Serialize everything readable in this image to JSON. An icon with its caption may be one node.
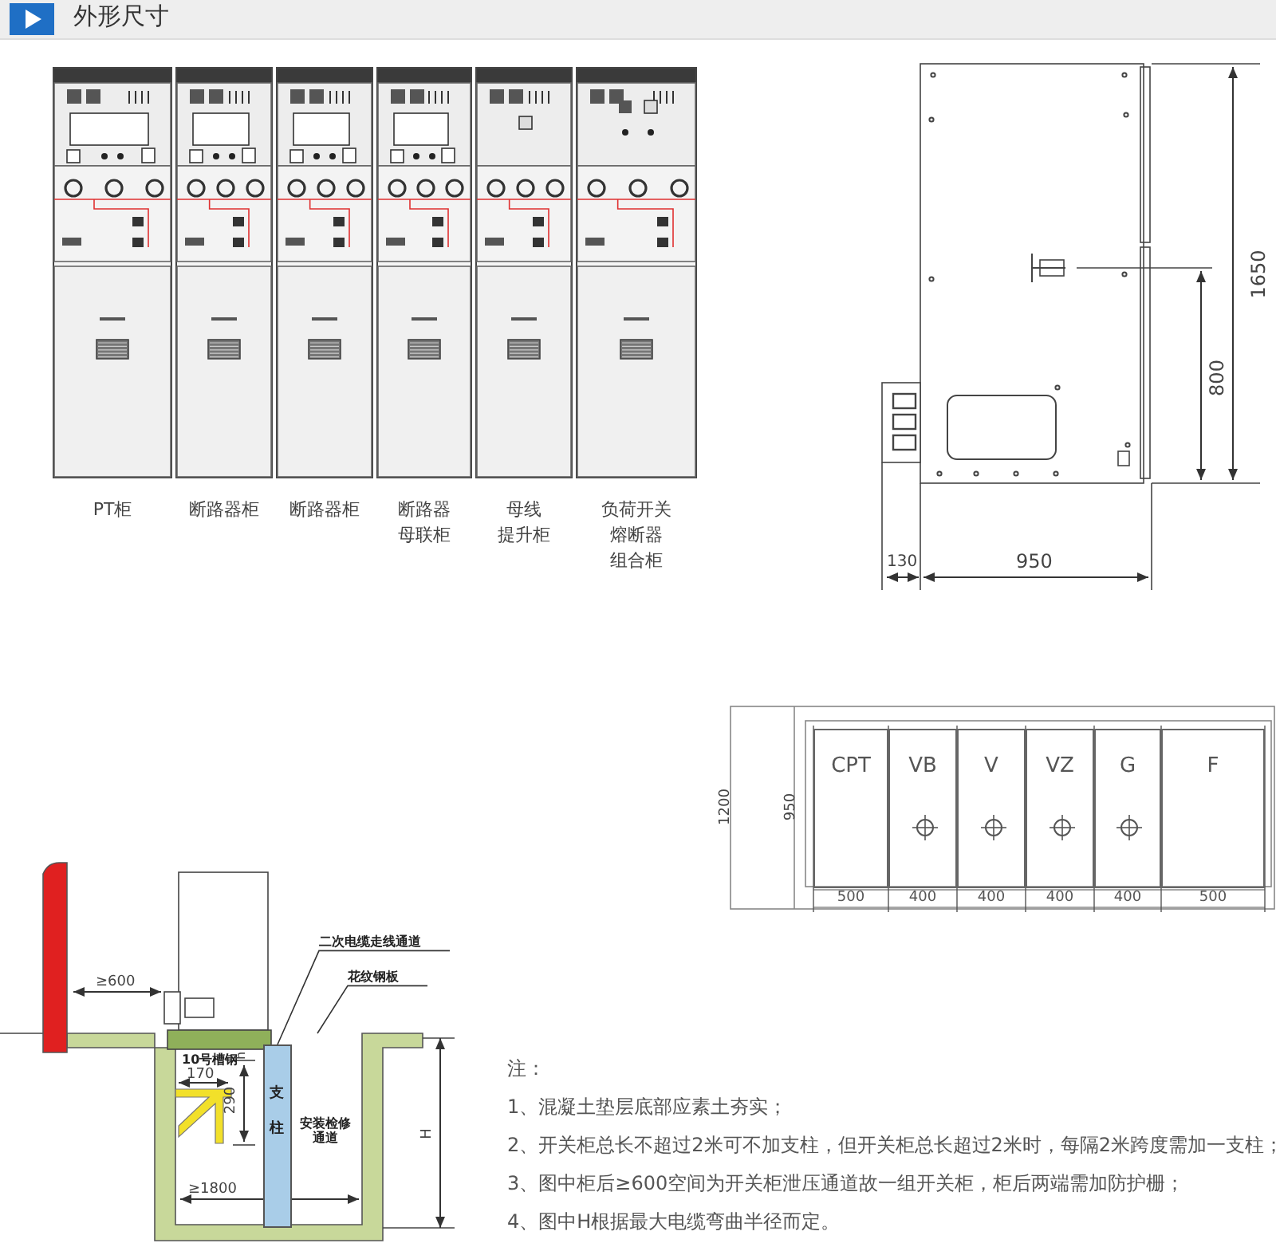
{
  "diagram": {
    "title": "外形尺寸",
    "nodes": [
      {
        "text": [],
        "shape": "box",
        "beside": [
          "PT柜"
        ]
      },
      {
        "text": [],
        "shape": "box",
        "beside": [
          "断路器柜"
        ]
      },
      {
        "text": [],
        "shape": "box",
        "beside": [
          "断路器柜"
        ]
      },
      {
        "text": [],
        "shape": "box",
        "beside": [
          "断路器母联柜"
        ]
      },
      {
        "text": [],
        "shape": "box",
        "beside": [
          "母线提升柜"
        ]
      },
      {
        "text": [],
        "shape": "box",
        "beside": [
          "负荷开关熔断器组合柜"
        ]
      },
      {
        "text": [
          "CPT"
        ]
      },
      {
        "text": [
          "VB"
        ]
      },
      {
        "text": [
          "V"
        ]
      },
      {
        "text": [
          "VZ"
        ]
      },
      {
        "text": [
          "G"
        ]
      },
      {
        "text": [
          "F"
        ]
      },
      {
        "text": [
          "二次电缆走线通道"
        ]
      },
      {
        "text": [
          "花纹钢板"
        ]
      },
      {
        "text": [
          "支柱"
        ]
      }
    ],
    "edges": [
      {
        "from": 12,
        "to": 14,
        "arrow": "none"
      },
      {
        "from": 13,
        "to": null,
        "arrow": "none"
      }
    ],
    "labels": [
      "1650",
      "800",
      "130",
      "950",
      "1200",
      "950",
      "500",
      "400",
      "400",
      "400",
      "400",
      "500",
      "≥600",
      "10号槽钢",
      "170",
      "h",
      "290",
      "安装检修通道",
      "≥1800",
      "H",
      "注：",
      "1、混凝土垫层底部应素土夯实；",
      "2、开关柜总长不超过2米可不加支柱，但开关柜总长超过2米时，每隔2米跨度需加一支柱；",
      "3、图中柜后≥600空间为开关柜泄压通道故一组开关柜，柜后两端需加防护栅；",
      "4、图中H根据最大电缆弯曲半径而定。"
    ]
  }
}
